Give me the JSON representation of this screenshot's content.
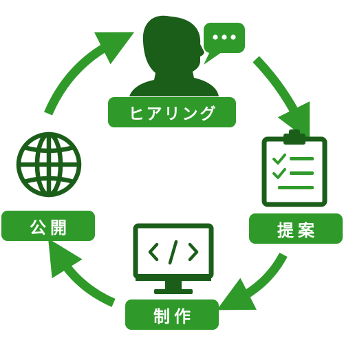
{
  "colors": {
    "dark_green": "#1a5e1a",
    "green": "#2f9a2a",
    "white": "#ffffff"
  },
  "steps": [
    {
      "id": "hearing",
      "label": "ヒアリング",
      "icon": "person-speech-icon"
    },
    {
      "id": "proposal",
      "label": "提案",
      "icon": "clipboard-checklist-icon"
    },
    {
      "id": "production",
      "label": "制作",
      "icon": "monitor-code-icon"
    },
    {
      "id": "publish",
      "label": "公開",
      "icon": "globe-icon"
    }
  ],
  "speech_bubble_text": "•••"
}
